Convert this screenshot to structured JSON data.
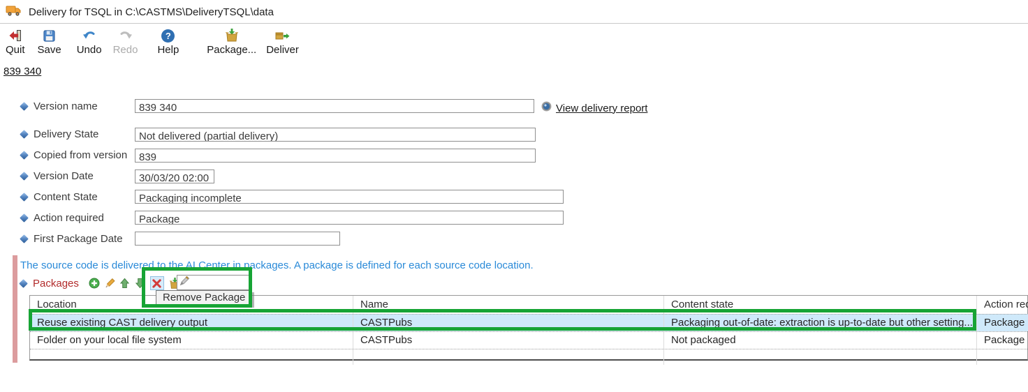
{
  "window": {
    "title": "Delivery for TSQL in C:\\CASTMS\\DeliveryTSQL\\data",
    "icon": "delivery-truck-icon"
  },
  "toolbar": {
    "items": [
      {
        "label": "Quit",
        "icon": "quit-icon",
        "enabled": true
      },
      {
        "label": "Save",
        "icon": "save-icon",
        "enabled": true
      },
      {
        "label": "Undo",
        "icon": "undo-icon",
        "enabled": true
      },
      {
        "label": "Redo",
        "icon": "redo-icon",
        "enabled": false
      },
      {
        "label": "Help",
        "icon": "help-icon",
        "enabled": true,
        "glyph": "?"
      },
      {
        "label": "Package...",
        "icon": "package-icon",
        "enabled": true
      },
      {
        "label": "Deliver",
        "icon": "deliver-icon",
        "enabled": true
      }
    ]
  },
  "version_tab": {
    "label": "839 340"
  },
  "form": {
    "fields": [
      {
        "label": "Version name",
        "value": "839 340"
      },
      {
        "label": "Delivery State",
        "value": "Not delivered (partial delivery)"
      },
      {
        "label": "Copied from version",
        "value": "839"
      },
      {
        "label": "Version Date",
        "value": "30/03/20 02:00"
      },
      {
        "label": "Content State",
        "value": "Packaging incomplete"
      },
      {
        "label": "Action required",
        "value": "Package"
      },
      {
        "label": "First Package Date",
        "value": ""
      }
    ],
    "view_report": {
      "label": "View delivery report",
      "icon": "view-report-icon"
    }
  },
  "packages_section": {
    "info_text": "The source code is delivered to the AI Center in packages. A package is defined for each source code location.",
    "label": "Packages",
    "toolbar_icons": [
      "add-package-icon",
      "edit-package-icon",
      "move-up-icon",
      "move-down-icon",
      "remove-package-icon",
      "package-selected-icon",
      "rename-icon"
    ],
    "filter_value": "",
    "tooltip": "Remove Package",
    "table": {
      "columns": [
        "Location",
        "Name",
        "Content state",
        "Action required"
      ],
      "rows": [
        {
          "location": "Reuse existing CAST delivery output",
          "name": "CASTPubs",
          "content_state": "Packaging out-of-date: extraction is up-to-date but other setting...",
          "action": "Package",
          "selected": true
        },
        {
          "location": "Folder on your local file system",
          "name": "CASTPubs",
          "content_state": "Not packaged",
          "action": "Package",
          "selected": false
        }
      ]
    }
  },
  "colors": {
    "info_text_blue": "#2A8AD8",
    "packages_label_red": "#B22B2B",
    "selection_bg": "#CFE9FA",
    "annotation_green": "#17A435",
    "attention_bar_pink": "#DC9C9E",
    "tooltip_bg": "#F2F2F2"
  }
}
